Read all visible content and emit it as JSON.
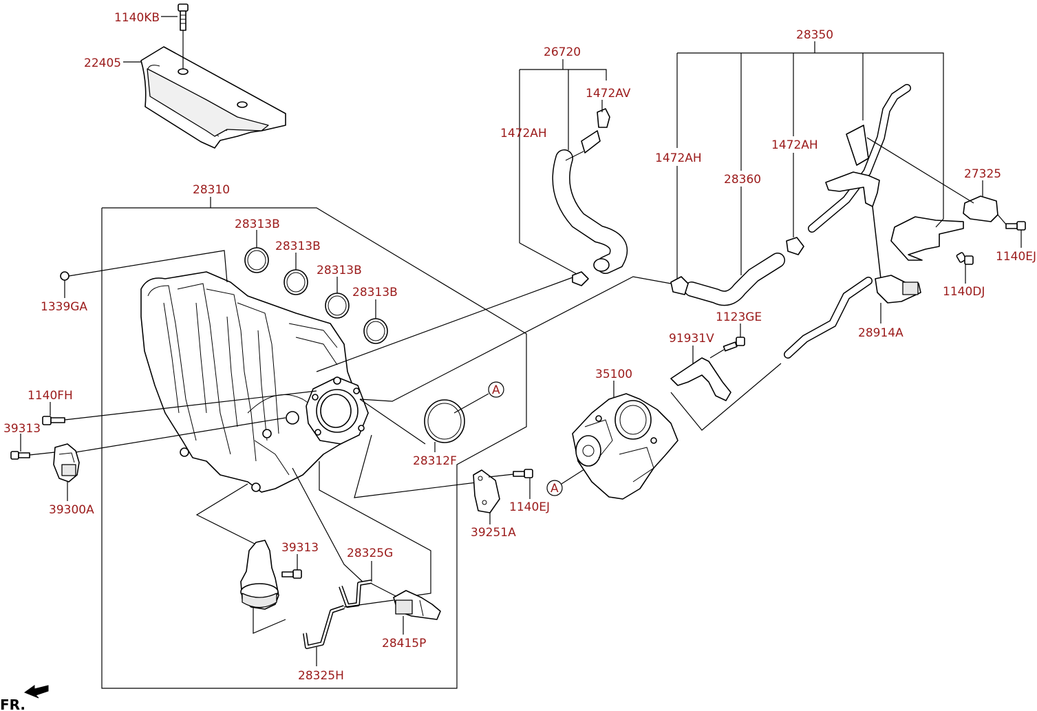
{
  "labels": {
    "l_1140KB": "1140KB",
    "l_22405": "22405",
    "l_26720": "26720",
    "l_1472AV": "1472AV",
    "l_1472AH_a": "1472AH",
    "l_28350": "28350",
    "l_1472AH_b": "1472AH",
    "l_1472AH_c": "1472AH",
    "l_28360": "28360",
    "l_27325": "27325",
    "l_1140EJ_a": "1140EJ",
    "l_1140DJ": "1140DJ",
    "l_28914A": "28914A",
    "l_1123GE": "1123GE",
    "l_91931V": "91931V",
    "l_35100": "35100",
    "l_28310": "28310",
    "l_28313B_1": "28313B",
    "l_28313B_2": "28313B",
    "l_28313B_3": "28313B",
    "l_28313B_4": "28313B",
    "l_1339GA": "1339GA",
    "l_1140FH": "1140FH",
    "l_39313_a": "39313",
    "l_39300A": "39300A",
    "l_28312F": "28312F",
    "l_1140EJ_b": "1140EJ",
    "l_39251A": "39251A",
    "l_39313_b": "39313",
    "l_28325G": "28325G",
    "l_28415P": "28415P",
    "l_28325H": "28325H",
    "ref_A_1": "A",
    "ref_A_2": "A",
    "fr": "FR."
  },
  "colors": {
    "label": "#9b1b1b",
    "line": "#000000",
    "background": "#ffffff"
  },
  "icons": [
    "front-direction-arrow-icon"
  ]
}
